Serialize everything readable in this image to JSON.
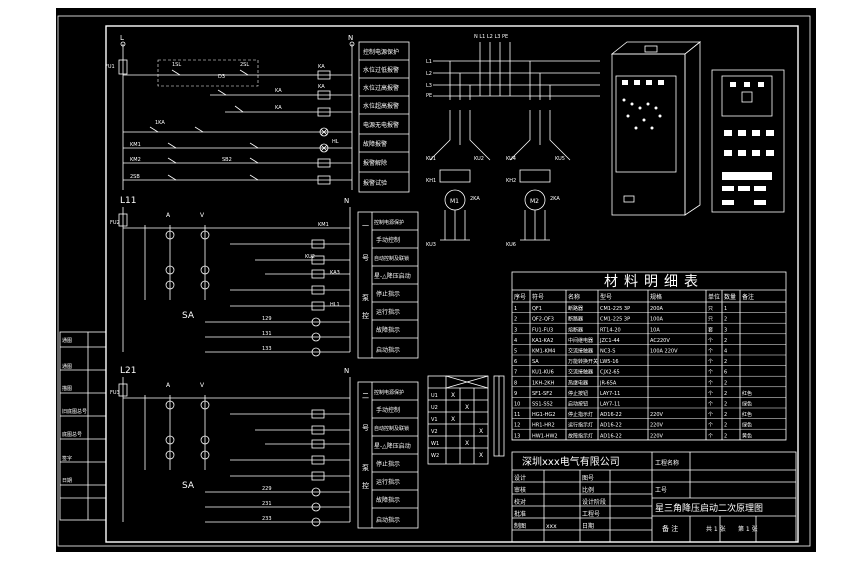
{
  "circuit": {
    "top": {
      "left_bus": "L",
      "right_bus": "N",
      "fuse": "FU1",
      "labels": [
        "1SL",
        "2SL",
        "D3",
        "KA",
        "KA",
        "1KA",
        "KM1",
        "KM2",
        "2SB",
        "SB2",
        "KA",
        "KA",
        "HL"
      ]
    },
    "m1": {
      "bus": "L11",
      "n": "N",
      "fuse": "FU2",
      "meter_a": "A",
      "meter_b": "V",
      "sa": "SA",
      "wires": [
        "129",
        "131",
        "133"
      ],
      "coil_labels": [
        "KM1",
        "KU2",
        "KA3",
        "HL1"
      ]
    },
    "m2": {
      "bus": "L21",
      "n": "N",
      "fuse": "FU3",
      "meter_a": "A",
      "meter_b": "V",
      "sa": "SA",
      "wires": [
        "229",
        "231",
        "233"
      ]
    }
  },
  "top_legend": [
    "控制电源保护",
    "水位过低报警",
    "水位过高报警",
    "水位超高报警",
    "电源无电报警",
    "故障报警",
    "报警解除",
    "报警试验"
  ],
  "motor_legend_1": [
    "控制电源保护",
    "手动控制",
    "自动控制及联锁",
    "星-△降压启动",
    "停止指示",
    "运行指示",
    "故障指示",
    "启动指示"
  ],
  "motor_legend_1_side": [
    "一",
    "号",
    "泵",
    "控"
  ],
  "motor_legend_2": [
    "控制电源保护",
    "手动控制",
    "自动控制及联锁",
    "星-△降压启动",
    "停止指示",
    "运行指示",
    "故障指示",
    "启动指示"
  ],
  "motor_legend_2_side": [
    "二",
    "号",
    "泵",
    "控"
  ],
  "power": {
    "header": "N L1 L2 L3 PE",
    "phases": [
      "L1",
      "L2",
      "L3",
      "PE"
    ],
    "motors": [
      "M1",
      "M2"
    ],
    "labels": [
      "KU1",
      "KH1",
      "KU3",
      "KU2",
      "2KA",
      "KU4",
      "KH2",
      "KU6",
      "KU5",
      "2KA"
    ]
  },
  "selector": {
    "rows": [
      "U1",
      "U2",
      "V1",
      "V2",
      "W1",
      "W2"
    ],
    "mark": "X"
  },
  "bom": {
    "title": "材料明细表",
    "headers": [
      "序号",
      "符号",
      "名称",
      "型号",
      "规格",
      "单位",
      "数量",
      "备注"
    ],
    "rows": [
      [
        "1",
        "QF1",
        "断路器",
        "CM1-225 3P",
        "200A",
        "只",
        "1",
        ""
      ],
      [
        "2",
        "QF2-QF3",
        "断路器",
        "CM1-225 3P",
        "100A",
        "只",
        "2",
        ""
      ],
      [
        "3",
        "FU1-FU3",
        "熔断器",
        "RT14-20",
        "10A",
        "套",
        "3",
        ""
      ],
      [
        "4",
        "KA1-KA2",
        "中间继电器",
        "JZC1-44",
        "AC220V",
        "个",
        "2",
        ""
      ],
      [
        "5",
        "KM1-KM4",
        "交流接触器",
        "NC3-S",
        "100A 220V",
        "个",
        "4",
        ""
      ],
      [
        "6",
        "SA",
        "万能转换开关",
        "LW5-16",
        "",
        "个",
        "2",
        ""
      ],
      [
        "7",
        "KU1-KU6",
        "交流接触器",
        "CJX2-65",
        "",
        "个",
        "6",
        ""
      ],
      [
        "8",
        "1KH-2KH",
        "热继电器",
        "JR-65A",
        "",
        "个",
        "2",
        ""
      ],
      [
        "9",
        "SF1-SF2",
        "停止按钮",
        "LAY7-11",
        "",
        "个",
        "2",
        "红色"
      ],
      [
        "10",
        "SS1-SS2",
        "启动按钮",
        "LAY7-11",
        "",
        "个",
        "2",
        "绿色"
      ],
      [
        "11",
        "HG1-HG2",
        "停止指示灯",
        "AD16-22",
        "220V",
        "个",
        "2",
        "红色"
      ],
      [
        "12",
        "HR1-HR2",
        "运行指示灯",
        "AD16-22",
        "220V",
        "个",
        "2",
        "绿色"
      ],
      [
        "13",
        "HW1-HW2",
        "故障指示灯",
        "AD16-22",
        "220V",
        "个",
        "2",
        "黄色"
      ]
    ]
  },
  "title_block": {
    "company": "深圳xxx电气有限公司",
    "project_label": "工程名称",
    "drawing_no_label": "工号",
    "drawing_title": "星三角降压启动二次原理图",
    "remark": "备 注",
    "total": "共 1 张",
    "sheet_total": "第 1 张",
    "sheet_no": "",
    "rows": [
      [
        "设计",
        "",
        "图号",
        ""
      ],
      [
        "审核",
        "",
        "比例",
        ""
      ],
      [
        "校对",
        "",
        "设计阶段",
        ""
      ],
      [
        "批准",
        "",
        "工程号",
        ""
      ],
      [
        "制图",
        "xxx",
        "日期",
        ""
      ]
    ]
  },
  "stamp": [
    "通图",
    "通图",
    "描图",
    "旧底图总号",
    "底图总号",
    "签字",
    "日期"
  ]
}
